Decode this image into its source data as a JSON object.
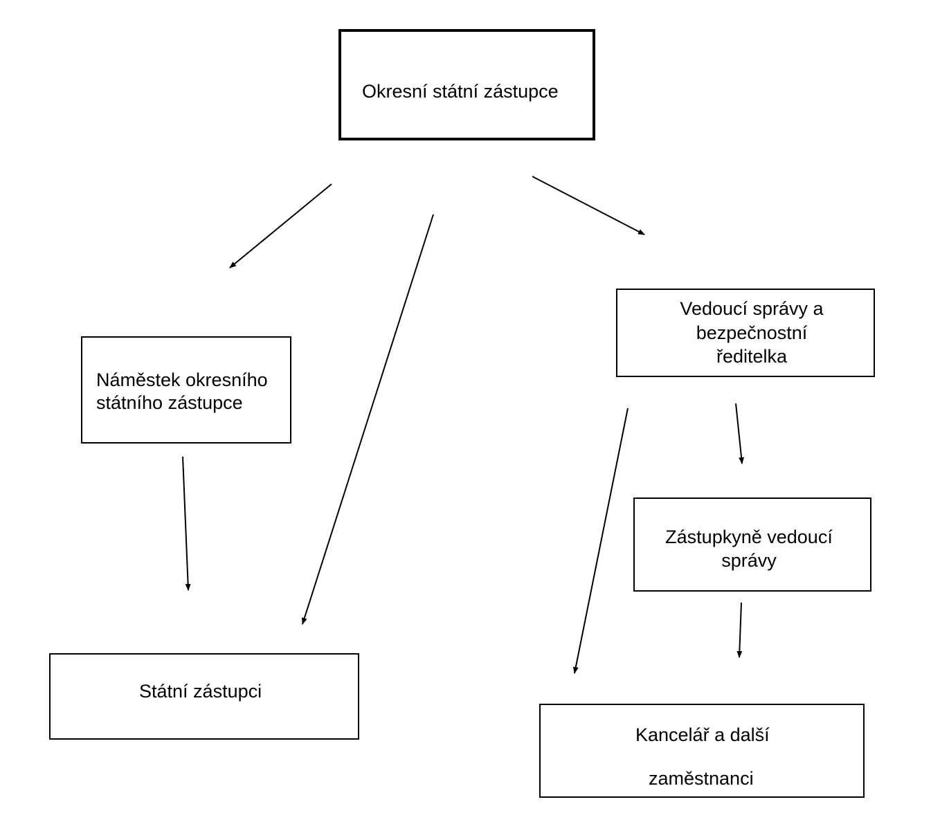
{
  "nodes": {
    "head": {
      "label": "Okresní státní zástupce"
    },
    "deputy": {
      "lines": [
        "Náměstek okresního",
        "státního zástupce"
      ]
    },
    "admin_head": {
      "lines": [
        "Vedoucí správy a",
        "bezpečnostní",
        "ředitelka"
      ]
    },
    "admin_deputy": {
      "lines": [
        "Zástupkyně vedoucí",
        "správy"
      ]
    },
    "prosecutors": {
      "label": "Státní zástupci"
    },
    "office": {
      "lines": [
        "Kancelář a další",
        "zaměstnanci"
      ]
    }
  },
  "edges": [
    {
      "from": "head",
      "to": "deputy"
    },
    {
      "from": "head",
      "to": "prosecutors"
    },
    {
      "from": "head",
      "to": "admin_head"
    },
    {
      "from": "deputy",
      "to": "prosecutors"
    },
    {
      "from": "admin_head",
      "to": "office"
    },
    {
      "from": "admin_head",
      "to": "admin_deputy"
    },
    {
      "from": "admin_deputy",
      "to": "office"
    }
  ],
  "colors": {
    "line": "#000000",
    "background": "#ffffff"
  }
}
